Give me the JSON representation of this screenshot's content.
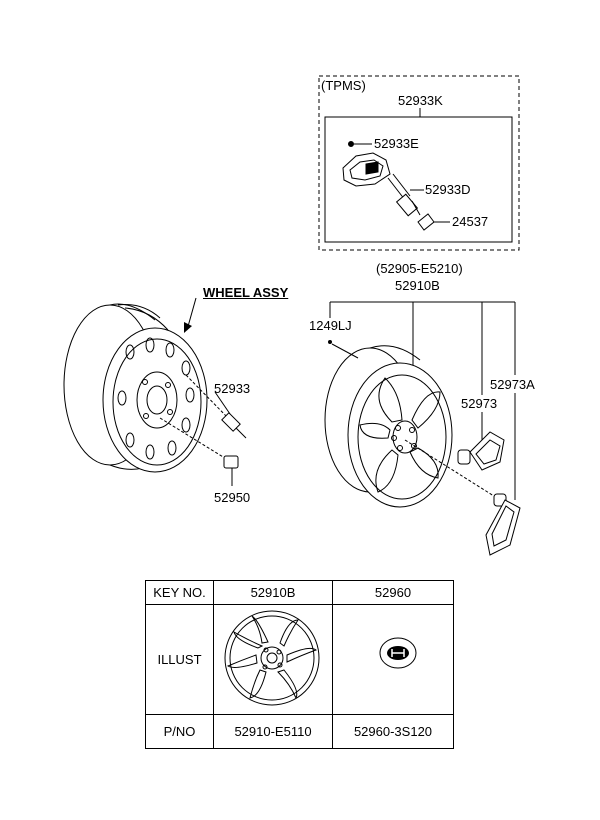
{
  "tpms": {
    "group_label": "(TPMS)",
    "assembly_number": "52933K",
    "parts": {
      "sensor_cap": "52933E",
      "valve_stem": "52933D",
      "nut": "24537"
    }
  },
  "wheel_assy": {
    "title": "WHEEL ASSY",
    "parts": {
      "valve": "52933",
      "nut": "52950"
    }
  },
  "alloy_wheel": {
    "group_code": "(52905-E5210)",
    "wheel_number": "52910B",
    "bolt": "1249LJ",
    "wheel_cap": "52973",
    "cap_cover": "52973A"
  },
  "key_table": {
    "header_label": "KEY NO.",
    "illust_label": "ILLUST",
    "pno_label": "P/NO",
    "columns": [
      {
        "key": "52910B",
        "pno": "52910-E5110"
      },
      {
        "key": "52960",
        "pno": "52960-3S120"
      }
    ]
  }
}
